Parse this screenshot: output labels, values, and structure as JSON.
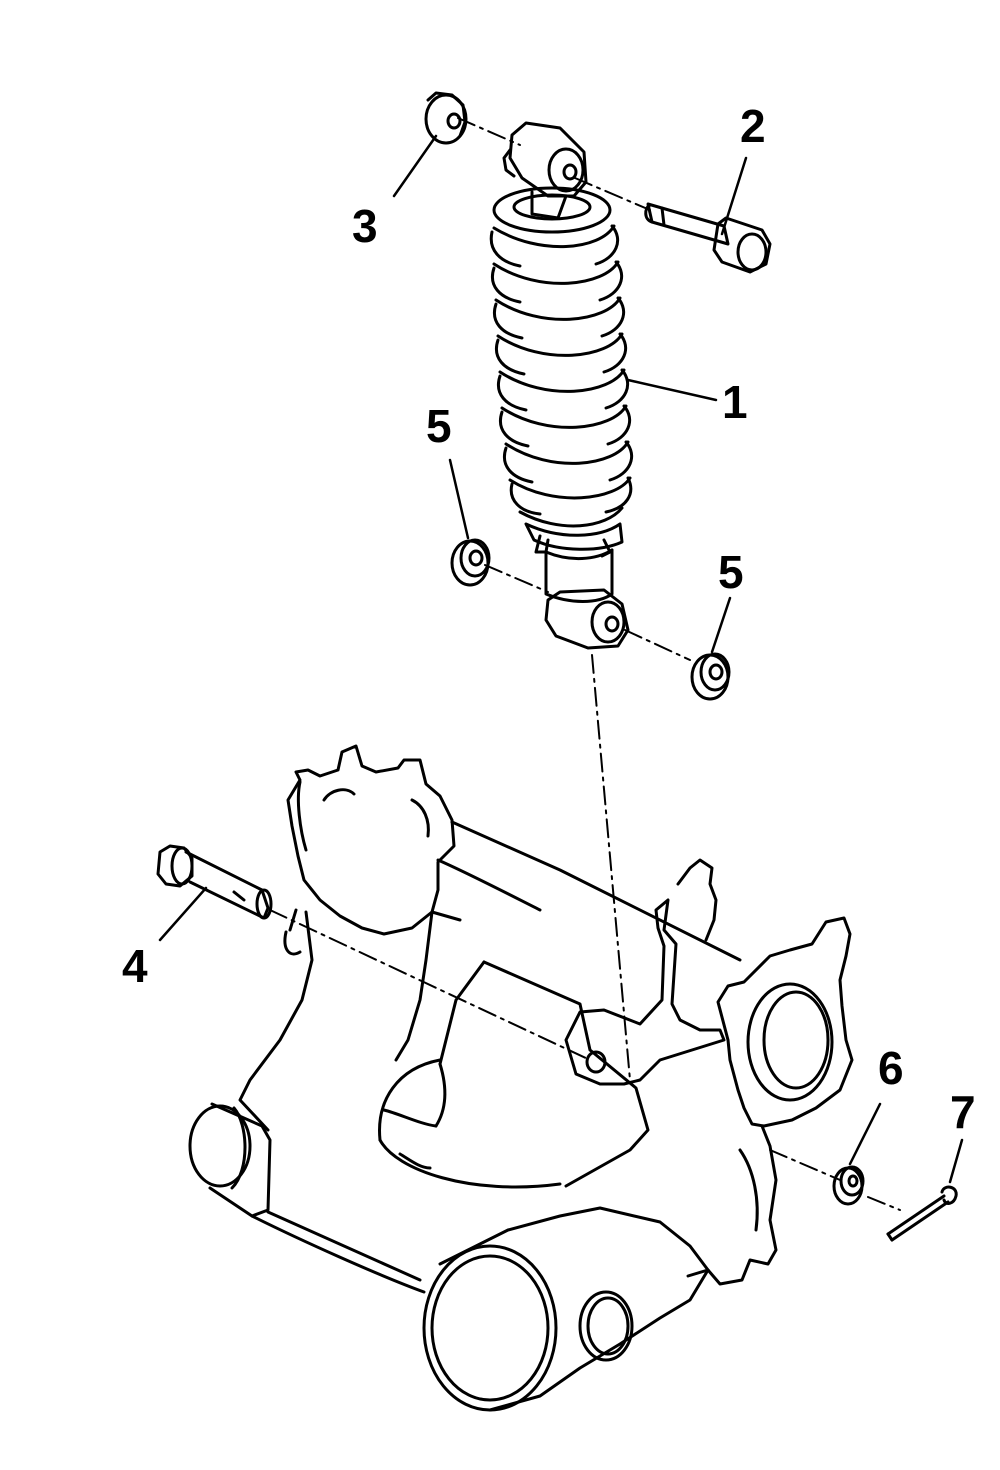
{
  "diagram": {
    "callouts": [
      {
        "id": "c1",
        "text": "1"
      },
      {
        "id": "c2",
        "text": "2"
      },
      {
        "id": "c3",
        "text": "3"
      },
      {
        "id": "c4",
        "text": "4"
      },
      {
        "id": "c5a",
        "text": "5"
      },
      {
        "id": "c5b",
        "text": "5"
      },
      {
        "id": "c6",
        "text": "6"
      },
      {
        "id": "c7",
        "text": "7"
      }
    ],
    "colors": {
      "line": "#000000",
      "background": "#ffffff"
    }
  }
}
